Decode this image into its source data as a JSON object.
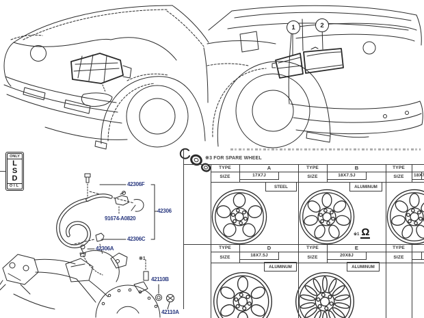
{
  "callouts": {
    "one": "1",
    "two": "2"
  },
  "lsd": {
    "only": "ONLY",
    "l1": "L",
    "l2": "S",
    "l3": "D",
    "oil": "OIL"
  },
  "parts": {
    "hose_bolt": "42306F",
    "hose_assy": "42306",
    "clamp": "91674-A0820",
    "hose_lower": "42306C",
    "breather": "42306A",
    "mark_pin": "※1",
    "gasket": "42110B",
    "plug": "42110A"
  },
  "table": {
    "note": "※3 FOR SPARE WHEEL",
    "type_label": "TYPE",
    "size_label": "SIZE",
    "cells": [
      {
        "type": "A",
        "size": "17X7J",
        "material": "STEEL"
      },
      {
        "type": "B",
        "size": "18X7.5J",
        "material": "ALUMINUM",
        "mark": "※1",
        "symbol": "Ω"
      },
      {
        "type": "",
        "size": "18X7",
        "material": ""
      },
      {
        "type": "D",
        "size": "18X7.5J",
        "material": "ALUMINUM"
      },
      {
        "type": "E",
        "size": "20X8J",
        "material": "ALUMINUM"
      },
      {
        "type": "",
        "size": "",
        "material": ""
      }
    ]
  },
  "colors": {
    "part_label": "#2b3a80",
    "line_art": "#2a2a2a"
  }
}
